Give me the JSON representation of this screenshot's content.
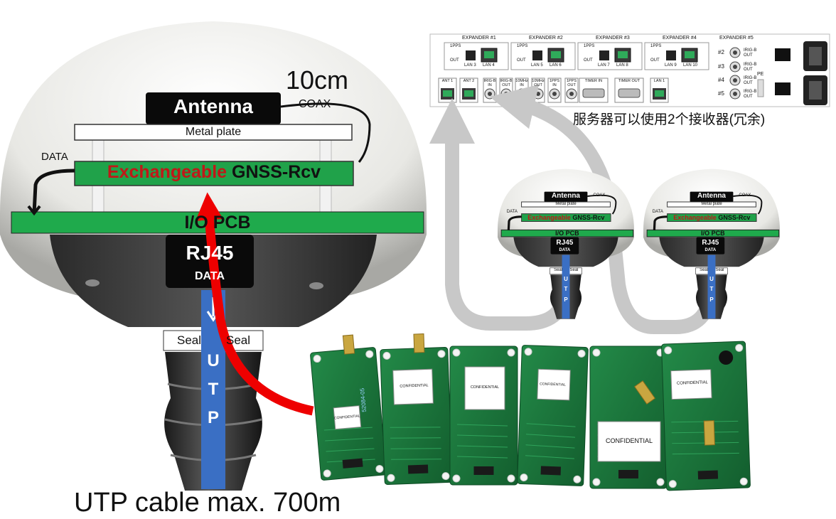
{
  "main_unit": {
    "distance_label": "10cm",
    "antenna_label": "Antenna",
    "coax_label": "COAX",
    "metal_plate_label": "Metal plate",
    "data_label": "DATA",
    "receiver_label_part1": "Exchangeable",
    "receiver_label_part2": "GNSS-Rcv",
    "io_pcb_label": "I/O PCB",
    "rj45_label": "RJ45",
    "rj45_data_label": "DATA",
    "seal_left": "Seal",
    "seal_right": "Seal",
    "cable_letters": [
      "U",
      "T",
      "P"
    ],
    "cable_caption": "UTP cable max. 700m"
  },
  "server": {
    "caption": "服务器可以使用2个接收器(冗余)",
    "expanders": [
      {
        "title": "EXPANDER #1",
        "pps": "1PPS",
        "out": "OUT",
        "lan": "LAN 3",
        "lan2": "LAN 4"
      },
      {
        "title": "EXPANDER #2",
        "pps": "1PPS",
        "out": "OUT",
        "lan": "LAN 5",
        "lan2": "LAN 6"
      },
      {
        "title": "EXPANDER #3",
        "pps": "1PPS",
        "out": "OUT",
        "lan": "LAN 7",
        "lan2": "LAN 8"
      },
      {
        "title": "EXPANDER #4",
        "pps": "1PPS",
        "out": "OUT",
        "lan": "LAN 9",
        "lan2": "LAN 10"
      }
    ],
    "expander5_title": "EXPANDER #5",
    "irig_outputs": [
      "#2",
      "#3",
      "#4",
      "#5"
    ],
    "irig_label": "IRIG-B OUT",
    "bottom_ports": [
      "ANT 1",
      "ANT 2",
      "IRIG-B IN",
      "IRIG-B OUT",
      "10MHz IN",
      "10MHz OUT",
      "1PPS IN",
      "1PPS OUT",
      "TIMER IN",
      "TIMER OUT",
      "LAN 1"
    ],
    "pe_label": "PE"
  },
  "mini_unit": {
    "antenna_label": "Antenna",
    "coax_label": "COAX",
    "metal_plate_label": "Metal plate",
    "data_label": "DATA",
    "receiver_label_part1": "Exchangeable",
    "receiver_label_part2": "GNSS-Rcv",
    "io_pcb_label": "I/O PCB",
    "rj45_label": "RJ45",
    "rj45_data_label": "DATA",
    "seal_left": "Seal",
    "seal_right": "Seal",
    "cable_letters": [
      "U",
      "T",
      "P"
    ]
  },
  "boards": {
    "confidential_label": "CONFIDENTIAL",
    "serial_label": "52084-05"
  },
  "colors": {
    "dome": "#e9e9e6",
    "pcb_green": "#1faa4c",
    "board_green": "#1a7a3e",
    "receiver_red": "#c01818",
    "arrow_red": "#ee0000",
    "cable_blue": "#3a6fc4",
    "grey_arrow": "#c8c8c8",
    "label_black": "#111111"
  }
}
